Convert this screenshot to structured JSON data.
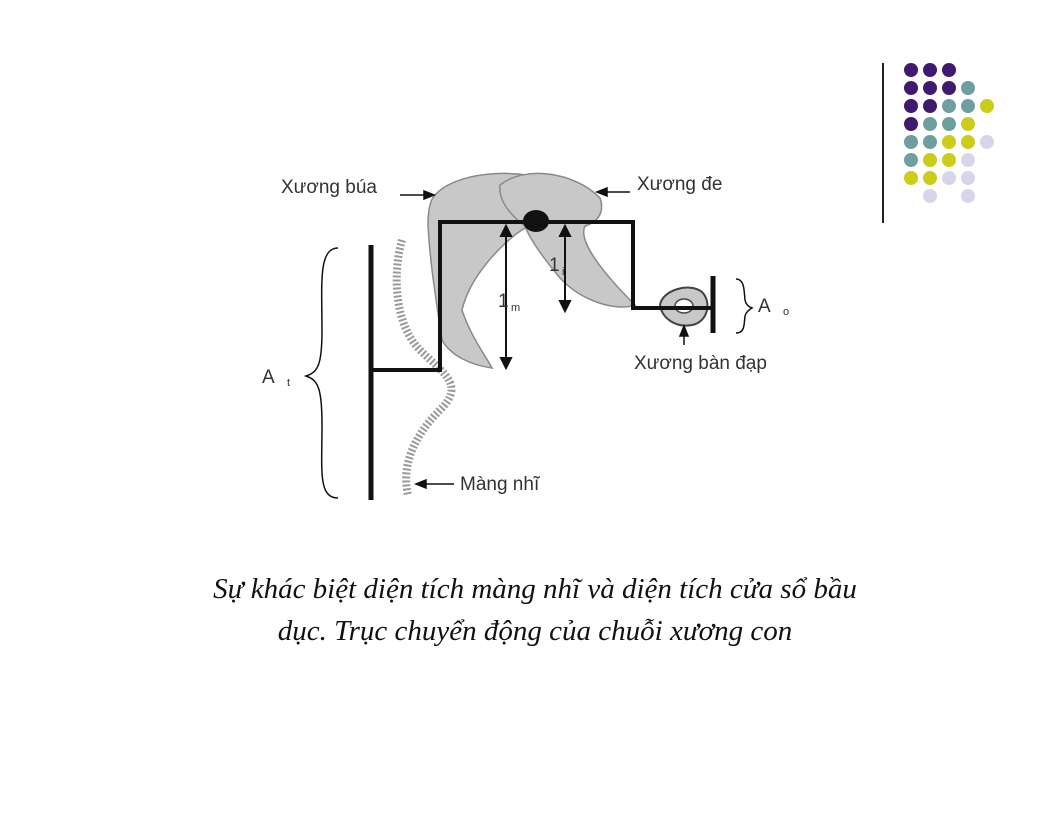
{
  "labels": {
    "malleus": "Xương búa",
    "incus": "Xương đe",
    "stapes": "Xương bàn đạp",
    "eardrum": "Màng nhĩ",
    "area_eardrum_main": "A",
    "area_eardrum_sub": "t",
    "area_oval_main": "A",
    "area_oval_sub": "o",
    "lever_malleus_main": "1",
    "lever_malleus_sub": "m",
    "lever_incus_main": "1",
    "lever_incus_sub": "i"
  },
  "caption": {
    "line1": "Sự khác biệt diện tích màng nhĩ và diện tích cửa sổ bầu",
    "line2": "dục. Trục chuyển động của chuỗi xương con"
  },
  "colors": {
    "purple": "#3f1a6e",
    "teal": "#6f9ea0",
    "yellow": "#cccc1a",
    "lavender": "#d6d6e8",
    "bone": "#c8c8c8",
    "line": "#111111"
  }
}
